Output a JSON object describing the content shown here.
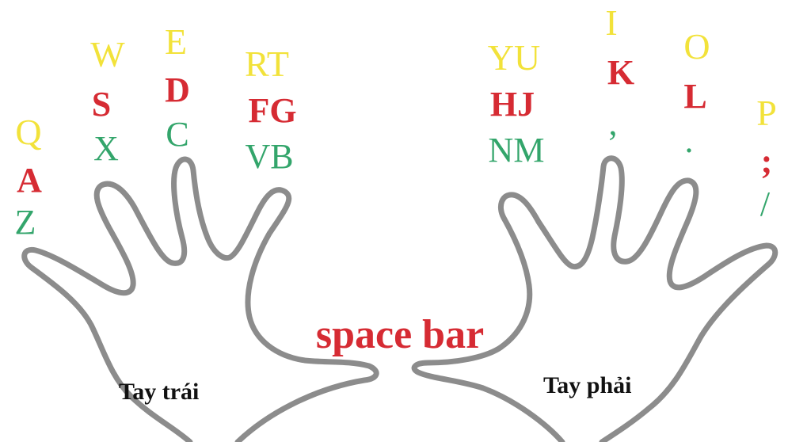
{
  "colors": {
    "top_row": "#f2e23a",
    "home_row": "#d62b33",
    "bottom_row": "#33a56b",
    "outline": "#8c8c8c",
    "label": "#111111"
  },
  "left_hand": {
    "label": "Tay trái",
    "fingers": [
      {
        "top": "Q",
        "home": "A",
        "bottom": "Z"
      },
      {
        "top": "W",
        "home": "S",
        "bottom": "X"
      },
      {
        "top": "E",
        "home": "D",
        "bottom": "C"
      },
      {
        "top": "RT",
        "home": "FG",
        "bottom": "VB"
      }
    ]
  },
  "right_hand": {
    "label": "Tay phải",
    "fingers": [
      {
        "top": "YU",
        "home": "HJ",
        "bottom": "NM"
      },
      {
        "top": "I",
        "home": "K",
        "bottom": ","
      },
      {
        "top": "O",
        "home": "L",
        "bottom": "."
      },
      {
        "top": "P",
        "home": ";",
        "bottom": "/"
      }
    ]
  },
  "space_bar": "space bar"
}
